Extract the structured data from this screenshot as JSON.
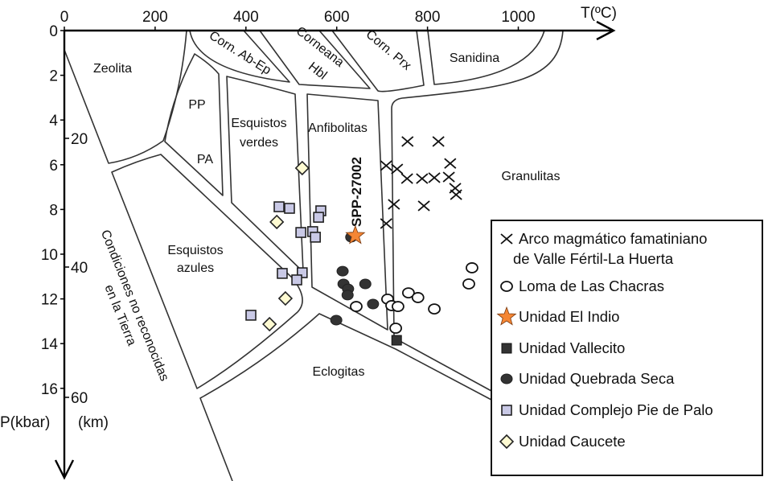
{
  "axes": {
    "t_label": "T(ºC)",
    "p_label": "P(kbar)",
    "km_label": "(km)",
    "t_ticks": [
      {
        "value": 0,
        "label": "0"
      },
      {
        "value": 200,
        "label": "200"
      },
      {
        "value": 400,
        "label": "400"
      },
      {
        "value": 600,
        "label": "600"
      },
      {
        "value": 800,
        "label": "800"
      },
      {
        "value": 1000,
        "label": "1000"
      }
    ],
    "p_ticks": [
      {
        "value": 0,
        "label": "0"
      },
      {
        "value": 2,
        "label": "2"
      },
      {
        "value": 4,
        "label": "4"
      },
      {
        "value": 6,
        "label": "6"
      },
      {
        "value": 8,
        "label": "8"
      },
      {
        "value": 10,
        "label": "10"
      },
      {
        "value": 12,
        "label": "12"
      },
      {
        "value": 14,
        "label": "14"
      },
      {
        "value": 16,
        "label": "16"
      }
    ],
    "km_ticks": [
      {
        "value": 20,
        "label": "20"
      },
      {
        "value": 40,
        "label": "40"
      },
      {
        "value": 60,
        "label": "60"
      }
    ]
  },
  "facies": {
    "zeolita": "Zeolita",
    "pp": "PP",
    "pa": "PA",
    "corn_ab_ep": "Corn. Ab-Ep",
    "corneana_hbl_1": "Corneana",
    "corneana_hbl_2": "Hbl",
    "corn_prx": "Corn. Prx",
    "sanidina": "Sanidina",
    "esquistos_verdes_1": "Esquistos",
    "esquistos_verdes_2": "verdes",
    "anfibolitas": "Anfibolitas",
    "granulitas": "Granulitas",
    "esquistos_azules_1": "Esquistos",
    "esquistos_azules_2": "azules",
    "eclogitas": "Eclogitas",
    "no_reconocidas_1": "Condiciones no reconocidas",
    "no_reconocidas_2": "en la Tierra"
  },
  "sample_label": "SPP-27002",
  "colors": {
    "star": "#f58634",
    "dark": "#333333",
    "lavender": "#c9c9e6",
    "cream": "#fffbd2"
  },
  "legend": [
    {
      "marker": "cross",
      "label": "Arco magmático famatiniano",
      "label2": "de Valle Fértil-La Huerta"
    },
    {
      "marker": "open-circle",
      "label": "Loma de Las Chacras"
    },
    {
      "marker": "star",
      "label": "Unidad El Indio"
    },
    {
      "marker": "black-square",
      "label": "Unidad Vallecito"
    },
    {
      "marker": "dark-circle",
      "label": "Unidad Quebrada Seca"
    },
    {
      "marker": "lavender-square",
      "label": "Unidad Complejo Pie de Palo"
    },
    {
      "marker": "diamond",
      "label": "Unidad Caucete"
    }
  ],
  "series": [
    {
      "name": "Arco magmático famatiniano de Valle Fértil-La Huerta",
      "marker": "cross",
      "points": [
        [
          756,
          4.96
        ],
        [
          824,
          4.96
        ],
        [
          709,
          6.04
        ],
        [
          733,
          6.19
        ],
        [
          755,
          6.62
        ],
        [
          788,
          6.62
        ],
        [
          815,
          6.58
        ],
        [
          847,
          6.55
        ],
        [
          850,
          5.94
        ],
        [
          861,
          7.05
        ],
        [
          863,
          7.34
        ],
        [
          726,
          7.77
        ],
        [
          792,
          7.84
        ],
        [
          709,
          8.63
        ]
      ]
    },
    {
      "name": "Loma de Las Chacras",
      "marker": "open-circle",
      "points": [
        [
          898,
          10.61
        ],
        [
          891,
          11.33
        ],
        [
          712,
          12.01
        ],
        [
          758,
          11.73
        ],
        [
          779,
          11.94
        ],
        [
          815,
          12.45
        ],
        [
          643,
          12.34
        ],
        [
          721,
          12.3
        ],
        [
          735,
          12.34
        ],
        [
          730,
          13.31
        ]
      ]
    },
    {
      "name": "Unidad Quebrada Seca",
      "marker": "dark-circle",
      "points": [
        [
          632,
          9.24
        ],
        [
          613,
          10.76
        ],
        [
          615,
          11.33
        ],
        [
          625,
          11.55
        ],
        [
          624,
          11.83
        ],
        [
          663,
          11.33
        ],
        [
          680,
          12.23
        ],
        [
          599,
          12.95
        ]
      ]
    },
    {
      "name": "Unidad El Indio",
      "marker": "star",
      "points": [
        [
          641,
          9.17
        ]
      ]
    },
    {
      "name": "Unidad Vallecito",
      "marker": "black-square",
      "points": [
        [
          732,
          13.85
        ]
      ]
    },
    {
      "name": "Unidad Complejo Pie de Palo",
      "marker": "lavender-square",
      "points": [
        [
          473,
          7.88
        ],
        [
          496,
          7.95
        ],
        [
          565,
          8.06
        ],
        [
          560,
          8.35
        ],
        [
          521,
          9.03
        ],
        [
          547,
          8.99
        ],
        [
          553,
          9.24
        ],
        [
          480,
          10.86
        ],
        [
          524,
          10.83
        ],
        [
          512,
          11.15
        ],
        [
          411,
          12.73
        ]
      ]
    },
    {
      "name": "Unidad Caucete",
      "marker": "diamond",
      "points": [
        [
          524,
          6.15
        ],
        [
          468,
          8.56
        ],
        [
          487,
          11.98
        ],
        [
          452,
          13.13
        ]
      ]
    }
  ]
}
